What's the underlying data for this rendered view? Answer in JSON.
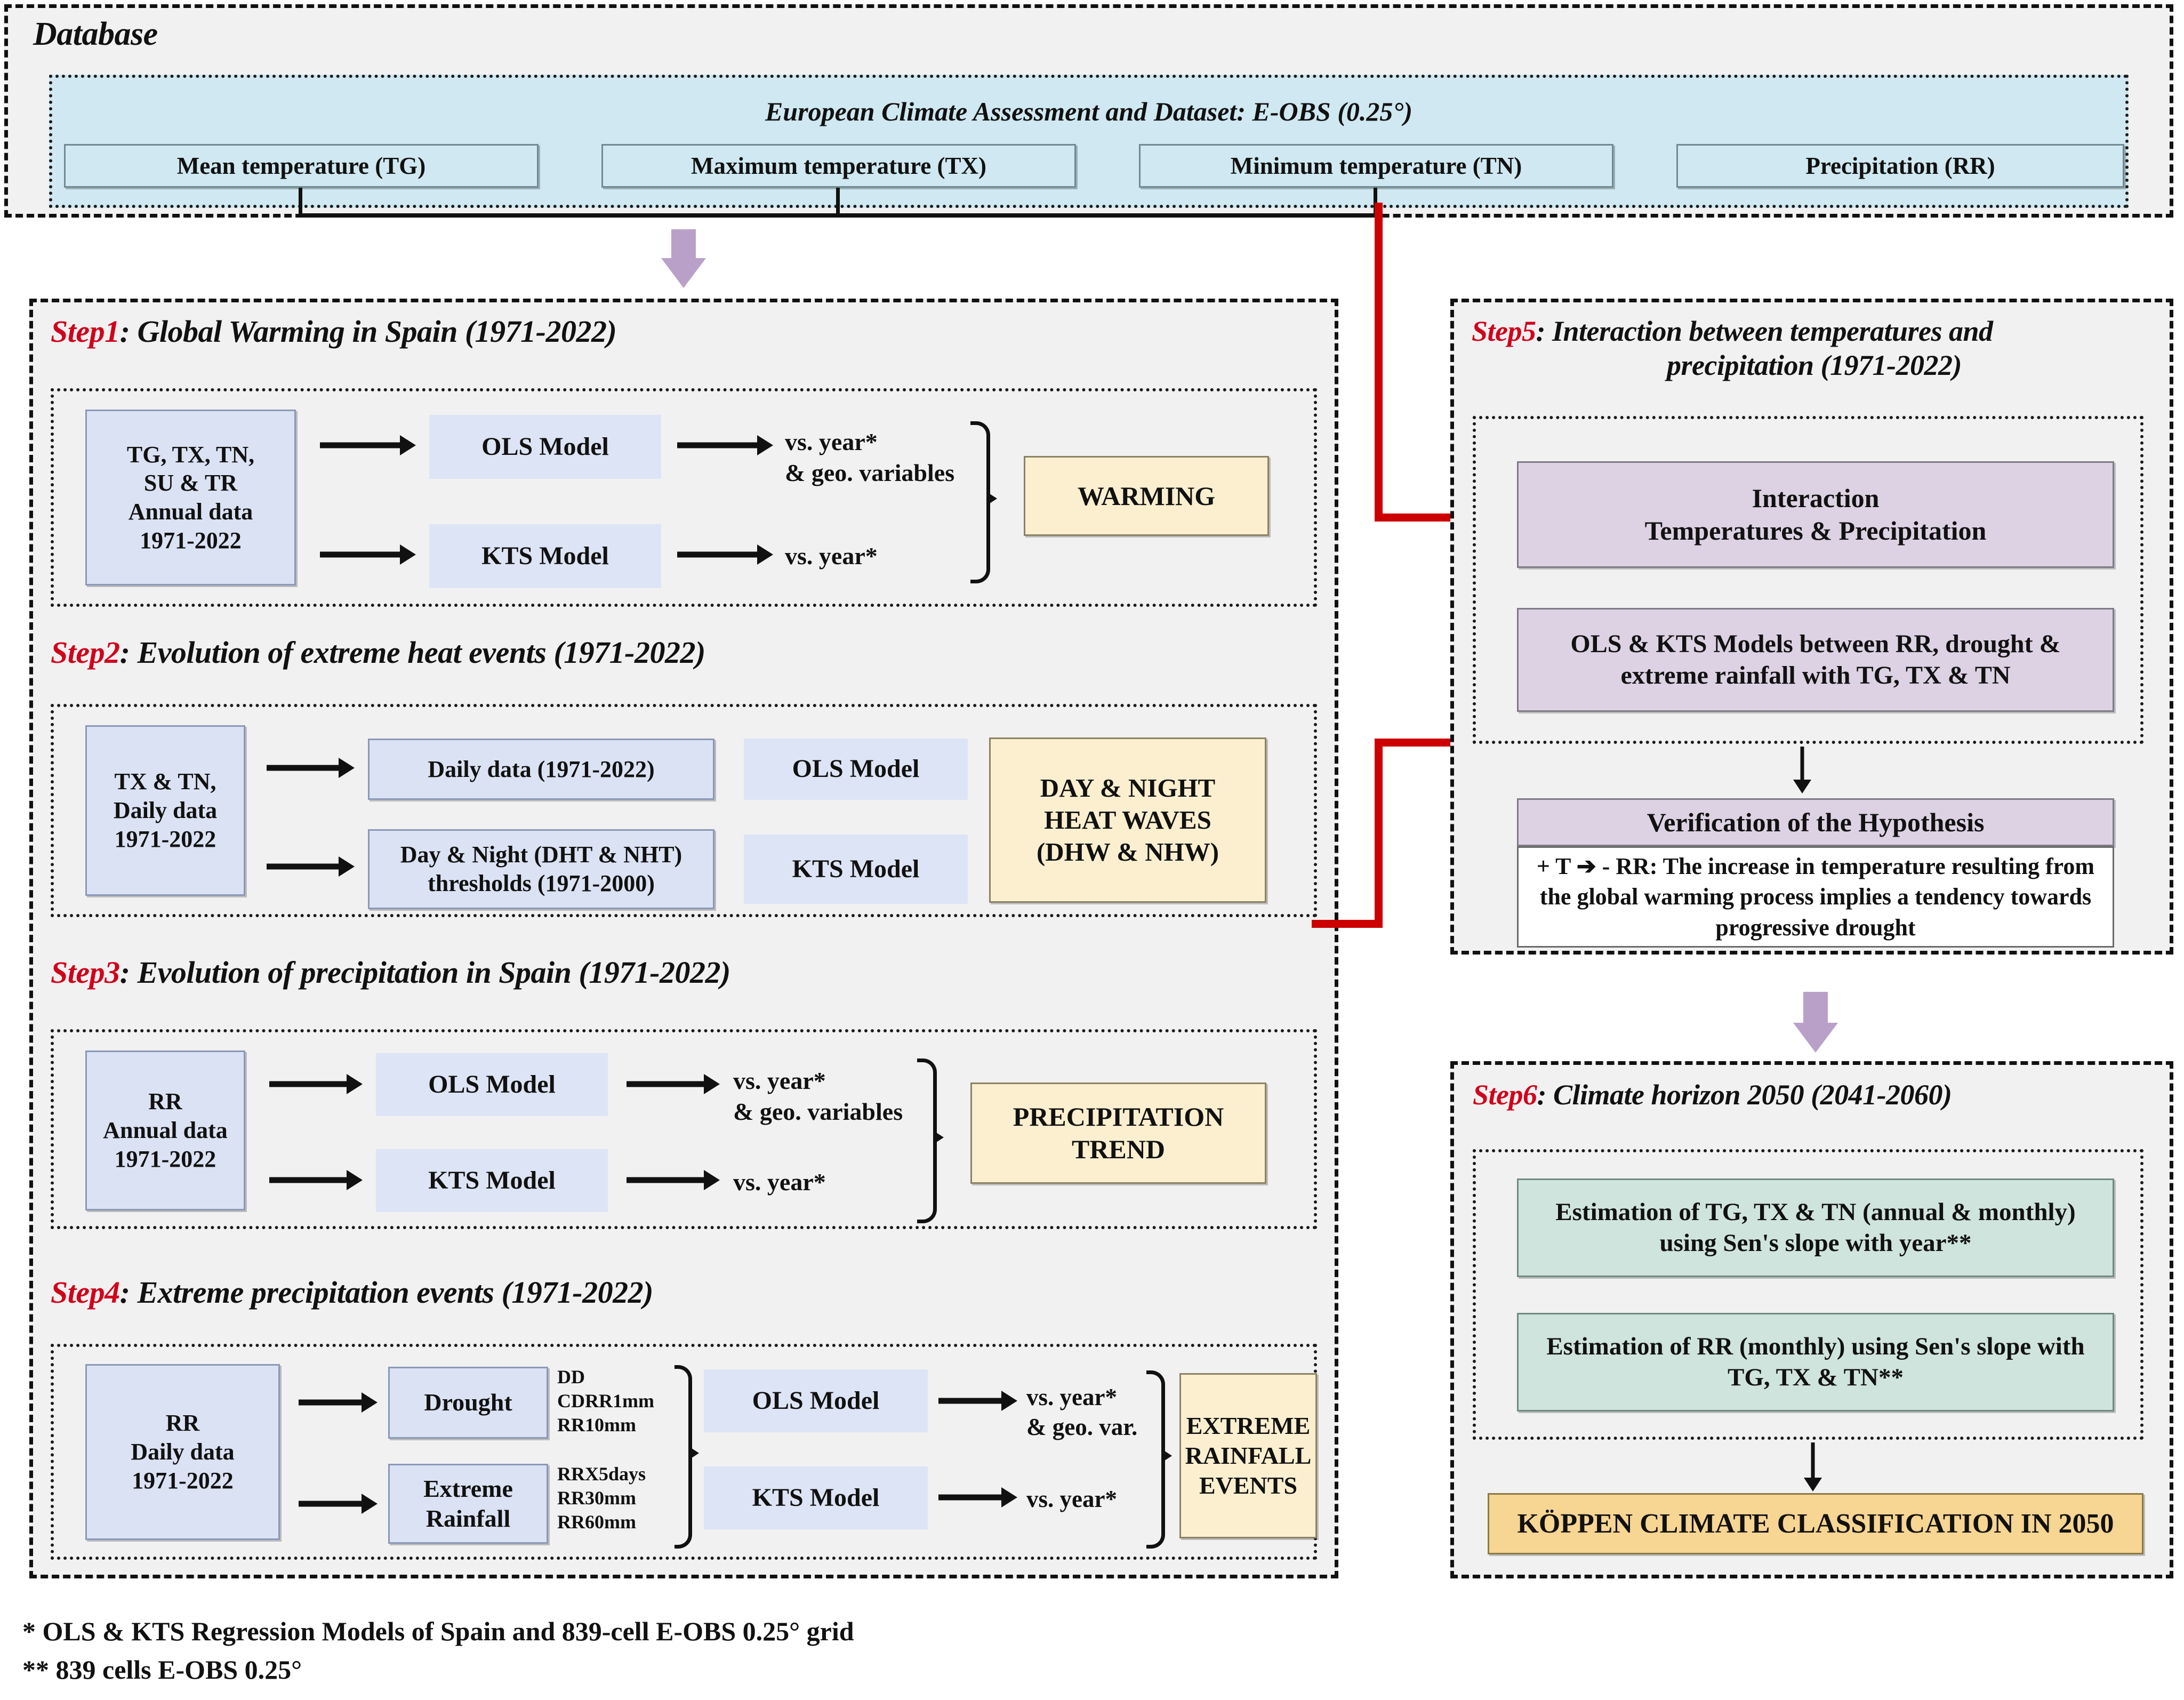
{
  "colors": {
    "step_label": "#d0021b",
    "database_fill": "#cfe8f1",
    "data_node_fill": "#dbe2f4",
    "outcome_fill": "#fbefcf",
    "interaction_fill": "#ddd2e4",
    "estimation_fill": "#cfe4dc",
    "koppen_fill": "#f7d592",
    "red_connector": "#cc0000",
    "purple_arrow": "#b9a0c9"
  },
  "database": {
    "title": "Database",
    "dataset_title": "European Climate Assessment and Dataset: E-OBS (0.25°)",
    "variables": [
      "Mean temperature (TG)",
      "Maximum temperature (TX)",
      "Minimum temperature (TN)",
      "Precipitation (RR)"
    ]
  },
  "steps": [
    {
      "id": "step1",
      "label": "Step1",
      "title": ": Global Warming in Spain (1971-2022)",
      "input": "TG, TX, TN,\nSU & TR\nAnnual data\n1971-2022",
      "models": [
        "OLS Model",
        "KTS Model"
      ],
      "results": [
        "vs. year*\n& geo. variables",
        "vs. year*"
      ],
      "outcome": "WARMING"
    },
    {
      "id": "step2",
      "label": "Step2",
      "title": ": Evolution of extreme heat events (1971-2022)",
      "input": "TX & TN,\nDaily data\n1971-2022",
      "branches": [
        "Daily data (1971-2022)",
        "Day & Night (DHT & NHT)\nthresholds (1971-2000)"
      ],
      "models": [
        "OLS Model",
        "KTS Model"
      ],
      "outcome": "DAY & NIGHT\nHEAT WAVES\n(DHW & NHW)"
    },
    {
      "id": "step3",
      "label": "Step3",
      "title": ": Evolution of precipitation in Spain (1971-2022)",
      "input": "RR\nAnnual data\n1971-2022",
      "models": [
        "OLS Model",
        "KTS Model"
      ],
      "results": [
        "vs. year*\n& geo. variables",
        "vs. year*"
      ],
      "outcome": "PRECIPITATION\nTREND"
    },
    {
      "id": "step4",
      "label": "Step4",
      "title": ": Extreme precipitation events (1971-2022)",
      "input": "RR\nDaily data\n1971-2022",
      "branches": [
        "Drought",
        "Extreme\nRainfall"
      ],
      "indices": [
        "DD\nCDRR1mm\nRR10mm",
        "RRX5days\nRR30mm\nRR60mm"
      ],
      "models": [
        "OLS Model",
        "KTS Model"
      ],
      "results": [
        "vs. year*\n& geo. var.",
        "vs. year*"
      ],
      "outcome": "EXTREME\nRAINFALL\nEVENTS"
    },
    {
      "id": "step5",
      "label": "Step5",
      "title": ": Interaction between temperatures and",
      "title_line2": "precipitation (1971-2022)",
      "interaction_box": "Interaction\nTemperatures & Precipitation",
      "models_box": "OLS & KTS Models between RR, drought &\nextreme rainfall with TG, TX & TN",
      "verification_header": "Verification of the Hypothesis",
      "verification_body": "+ T ➔ - RR: The increase in temperature resulting from the global warming process implies a tendency towards progressive drought"
    },
    {
      "id": "step6",
      "label": "Step6",
      "title": ": Climate horizon 2050 (2041-2060)",
      "estimations": [
        "Estimation of TG, TX & TN (annual & monthly)\nusing Sen's slope with year**",
        "Estimation of RR (monthly) using Sen's slope with\nTG, TX & TN**"
      ],
      "final": "KÖPPEN CLIMATE CLASSIFICATION IN 2050"
    }
  ],
  "footnotes": [
    "* OLS & KTS Regression Models of Spain and 839-cell E-OBS 0.25° grid",
    "** 839 cells E-OBS 0.25°"
  ]
}
